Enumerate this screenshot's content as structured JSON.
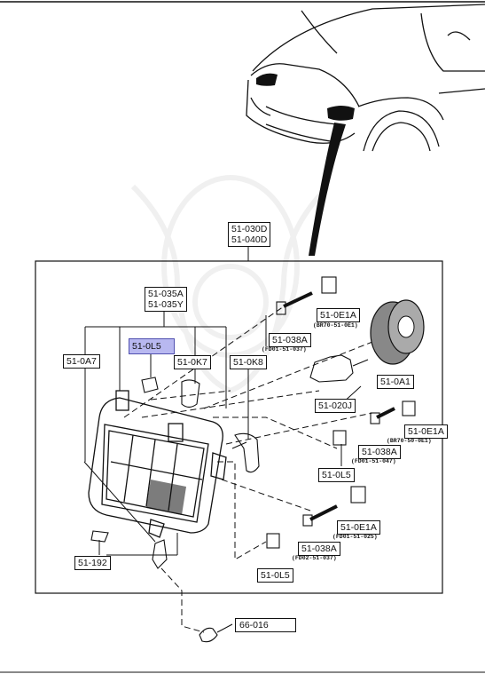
{
  "labels": {
    "l_030": [
      "51-030D",
      "51-040D"
    ],
    "l_035": [
      "51-035A",
      "51-035Y"
    ],
    "l_0E1A_top": "51-0E1A",
    "l_0A7": "51-0A7",
    "l_0L5_hl": "51-0L5",
    "l_0K7": "51-0K7",
    "l_0K8": "51-0K8",
    "l_038A_top": "51-038A",
    "l_0A1": "51-0A1",
    "l_020J": "51-020J",
    "l_0E1A_mid": "51-0E1A",
    "l_038A_mid": "51-038A",
    "l_0L5_mid": "51-0L5",
    "l_0E1A_low": "51-0E1A",
    "l_038A_low": "51-038A",
    "l_192": "51-192",
    "l_0L5_low": "51-0L5",
    "l_66": "66-016"
  },
  "subcodes": {
    "s_0E1A_top": "(BR70-51-0E1)",
    "s_038A_top": "(FD01-51-037)",
    "s_0E1A_mid": "(BR70-50-0E1)",
    "s_038A_mid": "(FD01-51-047)",
    "s_0E1A_low": "(FD01-51-025)",
    "s_038A_low": "(FD02-51-037)"
  },
  "colors": {
    "line": "#111111",
    "highlight": "#b8b8f0"
  }
}
